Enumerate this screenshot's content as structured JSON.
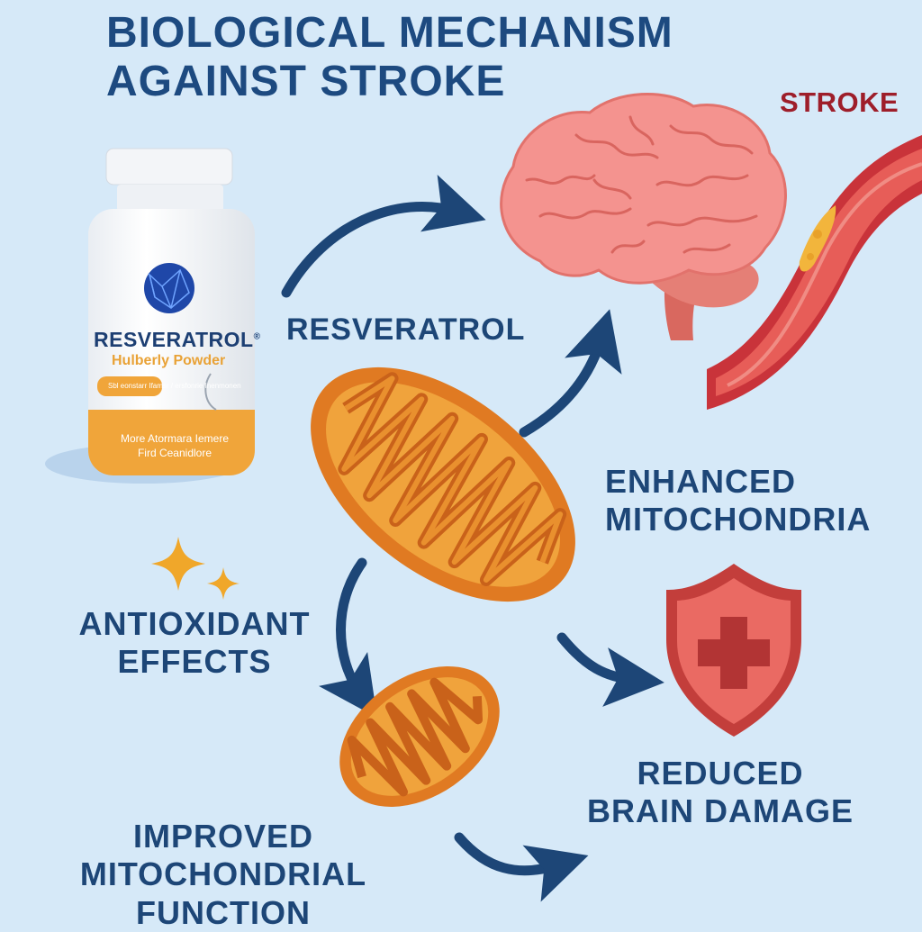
{
  "title": {
    "line1": "BIOLOGICAL MECHANISM",
    "line2": "AGAINST STROKE"
  },
  "labels": {
    "stroke": "STROKE",
    "resveratrol": "RESVERATROL",
    "enhanced_line1": "ENHANCED",
    "enhanced_line2": "MITOCHONDRIA",
    "antioxidant_line1": "ANTIOXIDANT",
    "antioxidant_line2": "EFFECTS",
    "reduced_line1": "REDUCED",
    "reduced_line2": "BRAIN DAMAGE",
    "improved_line1": "IMPROVED",
    "improved_line2": "MITOCHONDRIAL",
    "improved_line3": "FUNCTION"
  },
  "bottle": {
    "brand": "RESVERATROL",
    "registered": "®",
    "subtitle": "Hulberly Powder",
    "small_text": "Sbl eonstarr Ifamsr / ersfonrie Inenmonen",
    "bottom_line1": "More Atormara Iemere",
    "bottom_line2": "Fird Ceanidlore"
  },
  "colors": {
    "background": "#d6e9f8",
    "text_primary": "#1d4677",
    "stroke_red": "#9e1e2a",
    "arrow_blue": "#1d4677",
    "mito_orange": "#e88a2a",
    "brain_pink": "#f2918e",
    "shield_red": "#e8625c",
    "sparkle": "#f0a72a"
  },
  "icons": [
    "brain-icon",
    "artery-icon",
    "mitochondria-icon",
    "shield-cross-icon",
    "sparkle-icon",
    "supplement-bottle-icon",
    "arrow-icon"
  ]
}
